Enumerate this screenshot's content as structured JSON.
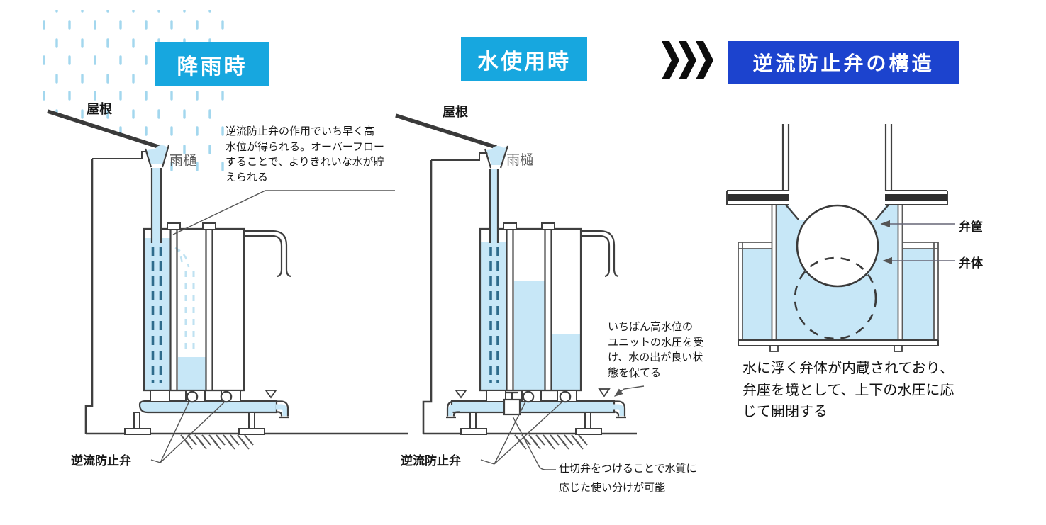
{
  "colors": {
    "header_cyan": "#17A7DF",
    "header_blue": "#1C43CE",
    "water": "#C7E7F7",
    "rain": "#A3D7EE",
    "line": "#3F3F3F"
  },
  "panel_rainfall": {
    "header": "降雨時",
    "roof_label": "屋根",
    "gutter_label": "雨樋",
    "valve_label": "逆流防止弁",
    "note_lines": [
      "逆流防止弁の作用でいち早く高",
      "水位が得られる。オーバーフロー",
      "することで、よりきれいな水が貯",
      "えられる"
    ]
  },
  "panel_usage": {
    "header": "水使用時",
    "roof_label": "屋根",
    "gutter_label": "雨樋",
    "valve_label": "逆流防止弁",
    "pressure_note_lines": [
      "いちばん高水位の",
      "ユニットの水圧を受",
      "け、水の出が良い状",
      "態を保てる"
    ],
    "gate_note_lines": [
      "仕切弁をつけることで水質に",
      "応じた使い分けが可能"
    ]
  },
  "panel_structure": {
    "header": "逆流防止弁の構造",
    "casing_label": "弁筐",
    "body_label": "弁体",
    "description_lines": [
      "水に浮く弁体が内蔵されており、",
      "弁座を境として、上下の水圧に応",
      "じて開閉する"
    ]
  }
}
